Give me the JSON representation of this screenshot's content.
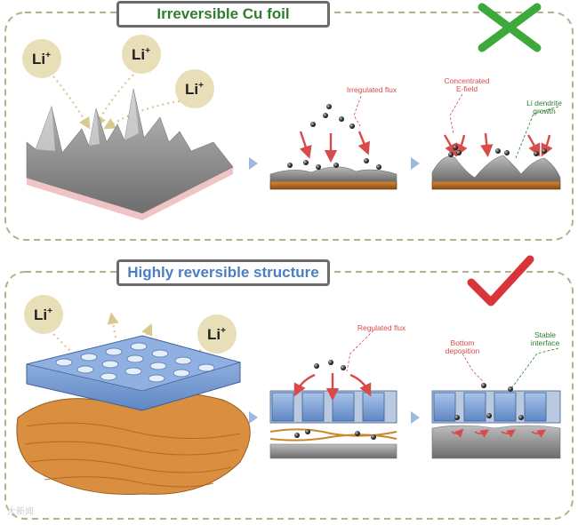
{
  "panels": [
    {
      "title": "Irreversible Cu foil",
      "title_color": "#2e7d32",
      "verdict_icon": "cross-icon",
      "verdict_color": "#3ea93b",
      "ion_labels": [
        "Li",
        "Li",
        "Li"
      ],
      "ion_charge": "+",
      "annotations": {
        "flux": "Irregulated flux",
        "efield_line1": "Concentrated",
        "efield_line2": "E-field",
        "dendrite_line1": "Li dendrite",
        "dendrite_line2": "growth"
      }
    },
    {
      "title": "Highly reversible structure",
      "title_color": "#4a7fc1",
      "verdict_icon": "check-icon",
      "verdict_color": "#d9343a",
      "ion_labels": [
        "Li",
        "Li"
      ],
      "ion_charge": "+",
      "annotations": {
        "flux": "Regulated flux",
        "bottom_line1": "Bottom",
        "bottom_line2": "deposition",
        "stable_line1": "Stable",
        "stable_line2": "interface"
      }
    }
  ],
  "colors": {
    "panel_border": "#b7b08a",
    "ion_bubble": "#e8dfb9",
    "lithium_metal": "#8e8e8e",
    "copper": "#b5651d",
    "host_blue": "#7aa2d8",
    "fiber_orange": "#d98f3f",
    "arrow_red": "#d94b4b",
    "process_arrow": "#b9cbe6"
  },
  "watermark": "大新闻"
}
